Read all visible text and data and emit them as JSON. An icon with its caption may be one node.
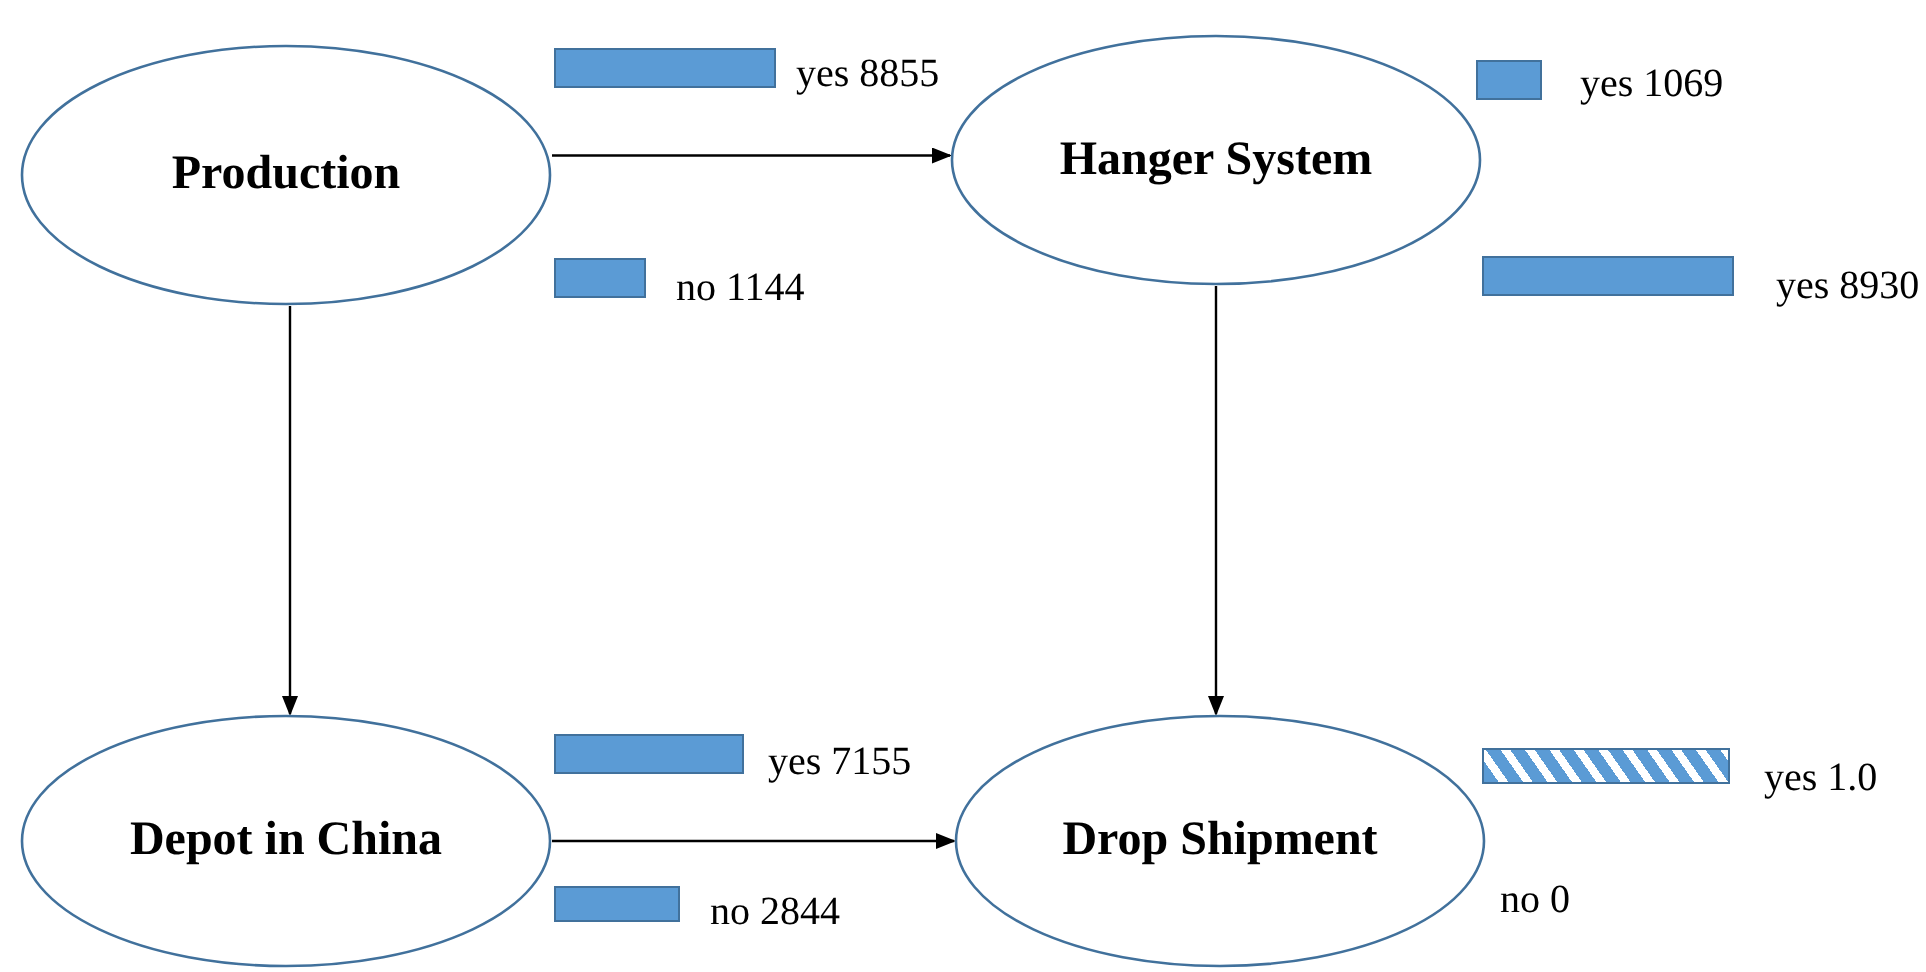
{
  "diagram": {
    "nodes": [
      {
        "text": [
          "Production"
        ]
      },
      {
        "text": [
          "Hanger System"
        ]
      },
      {
        "text": [
          "Depot in China"
        ]
      },
      {
        "text": [
          "Drop Shipment"
        ]
      },
      {
        "text": [],
        "shape": "bar",
        "beside": [
          "yes 8855"
        ]
      },
      {
        "text": [],
        "shape": "bar",
        "beside": [
          "yes 1069"
        ]
      },
      {
        "text": [],
        "shape": "bar",
        "beside": [
          "no 1144"
        ]
      },
      {
        "text": [],
        "shape": "bar",
        "beside": [
          "yes 8930"
        ]
      },
      {
        "text": [],
        "shape": "bar",
        "beside": [
          "yes 7155"
        ]
      },
      {
        "text": [],
        "shape": "bar",
        "beside": [
          "yes 1.0"
        ]
      },
      {
        "text": [],
        "shape": "bar",
        "beside": [
          "no 2844"
        ]
      }
    ],
    "edges": [
      {
        "from": 0,
        "to": 1,
        "arrow": "to"
      },
      {
        "from": 0,
        "to": 2,
        "arrow": "to"
      },
      {
        "from": 1,
        "to": 3,
        "arrow": "to"
      },
      {
        "from": 2,
        "to": 3,
        "arrow": "to"
      }
    ],
    "labels": [
      "no 0"
    ]
  }
}
